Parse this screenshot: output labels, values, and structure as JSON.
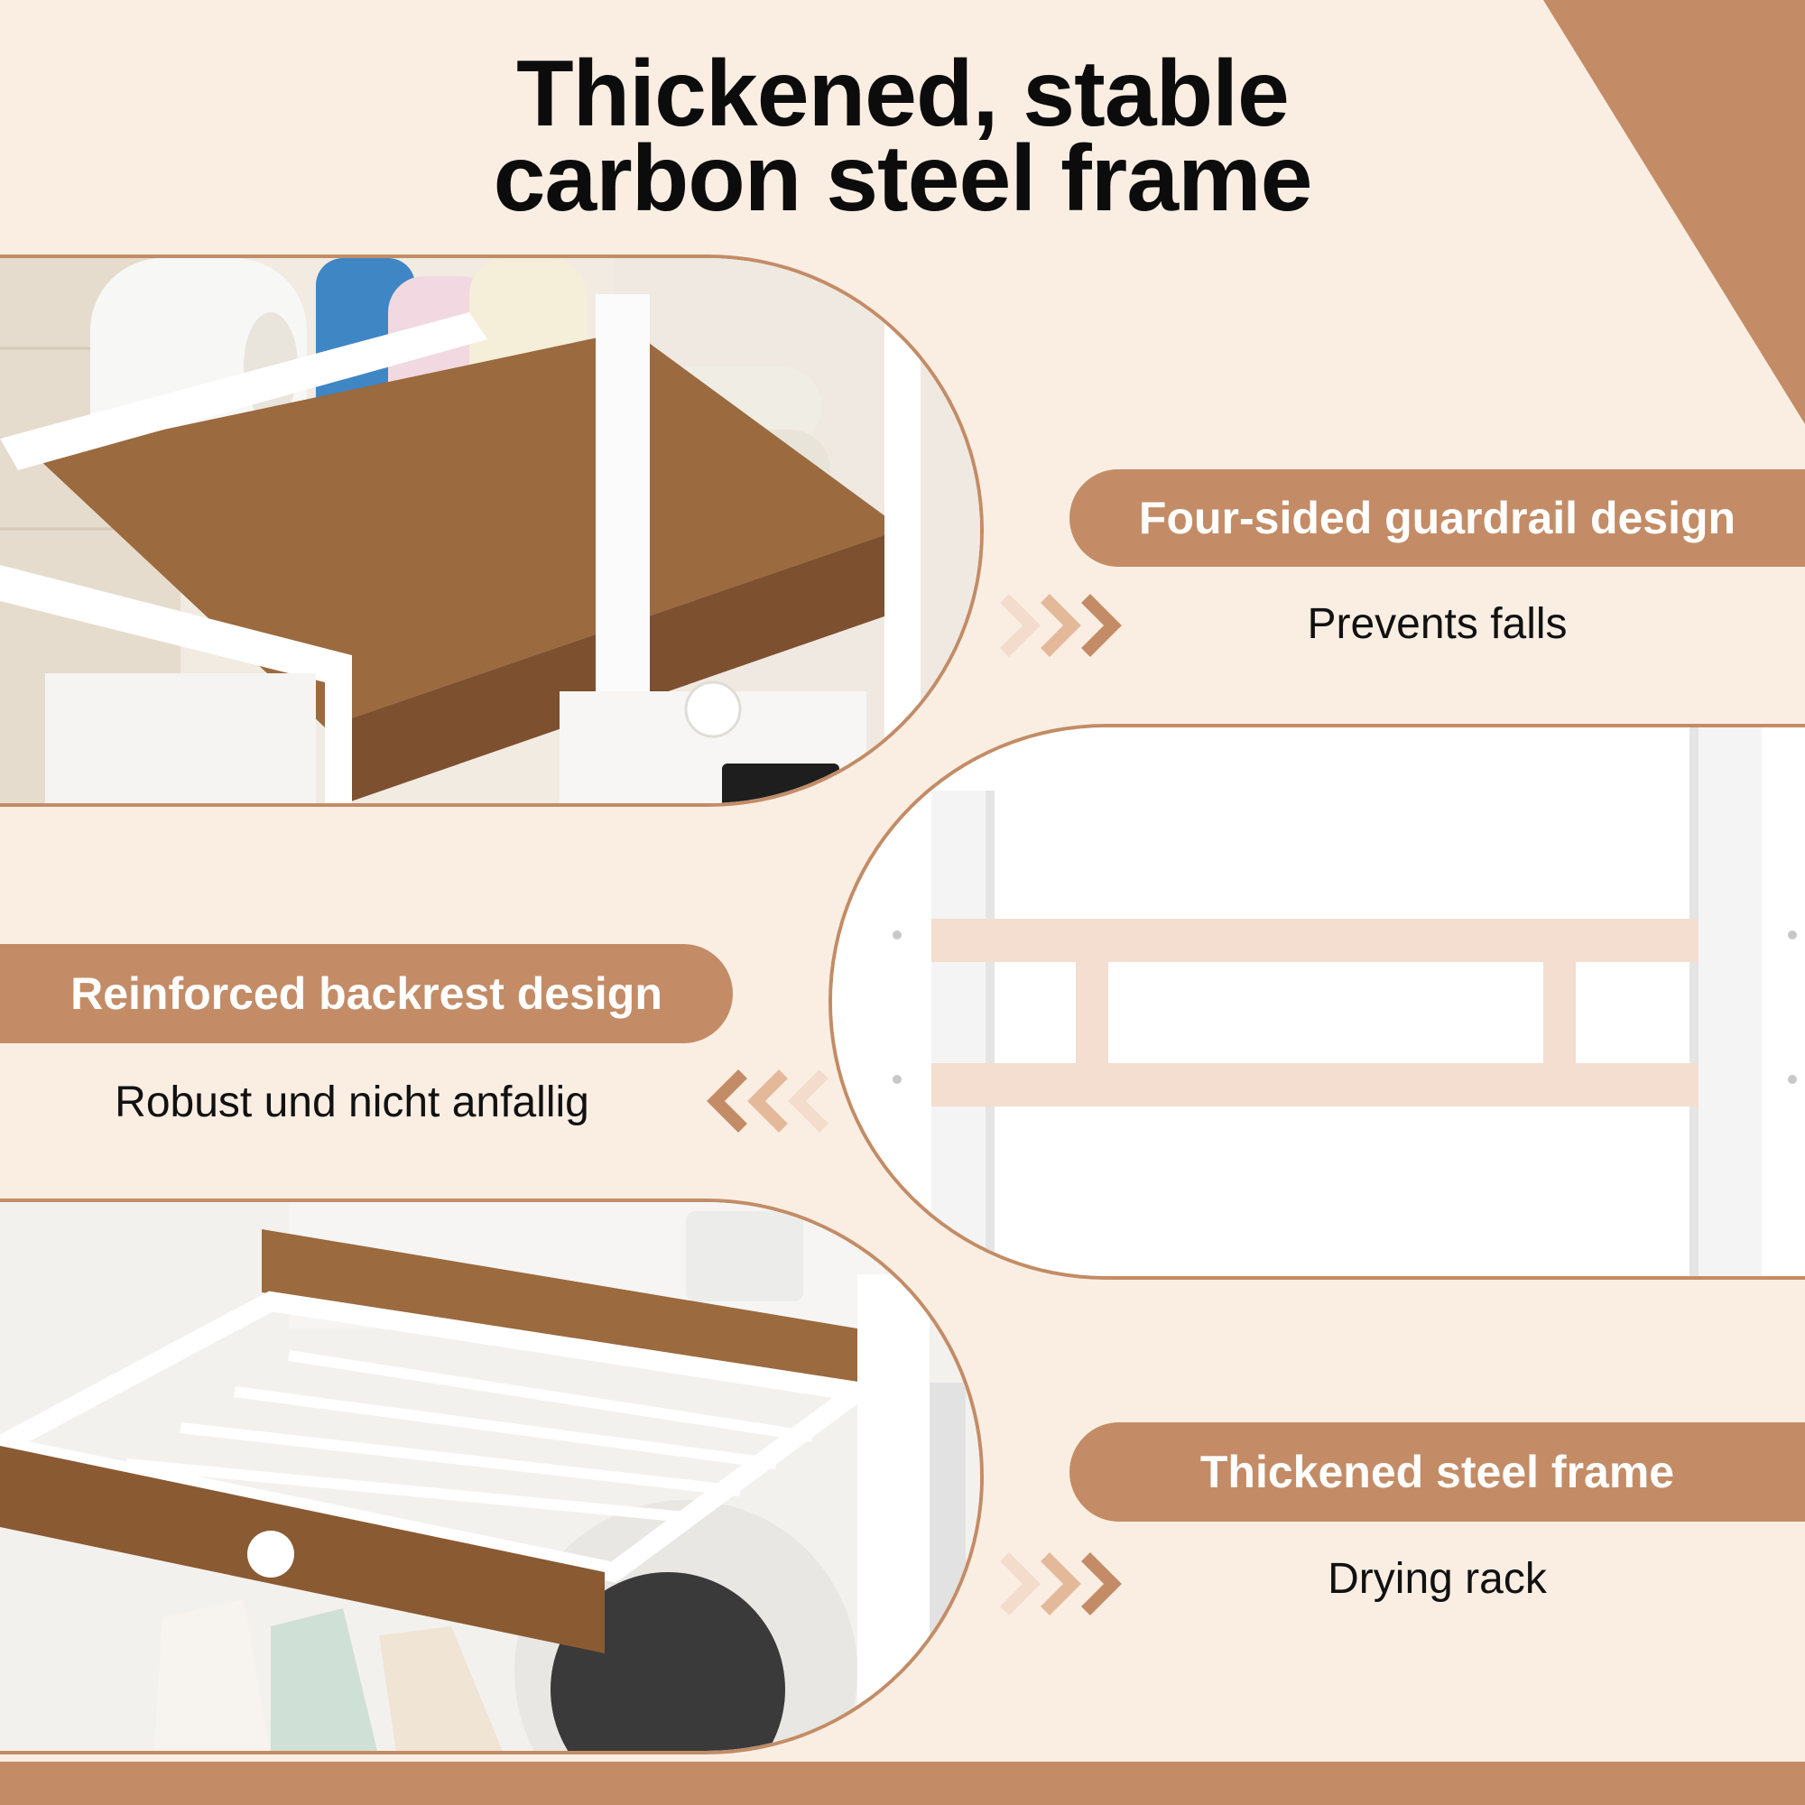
{
  "title": {
    "line1": "Thickened, stable",
    "line2": "carbon steel frame"
  },
  "features": [
    {
      "label": "Four-sided guardrail design",
      "caption": "Prevents falls"
    },
    {
      "label": "Reinforced backrest design",
      "caption": "Robust und nicht anfallig"
    },
    {
      "label": "Thickened steel frame",
      "caption": "Drying rack"
    }
  ],
  "colors": {
    "accent": "#c38c66",
    "background": "#faeee3",
    "wood": "#8a5a33",
    "frame_white": "#ffffff"
  },
  "icons": {
    "arrow_right": "triple-chevron-right-icon",
    "arrow_left": "triple-chevron-left-icon"
  }
}
